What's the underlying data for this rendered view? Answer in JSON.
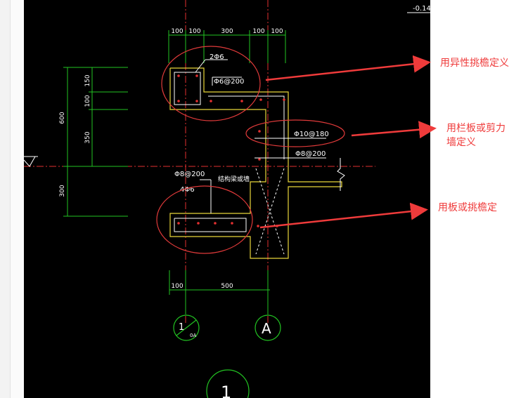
{
  "drawing": {
    "elevation": "-0.140",
    "dim_top": [
      "100",
      "100",
      "300",
      "100",
      "100"
    ],
    "dim_left": [
      "150",
      "100",
      "350"
    ],
    "dim_left_total": "600",
    "dim_left_lower": "300",
    "dim_bottom": [
      "100",
      "500"
    ],
    "rebar_2phi6": "2Φ6",
    "rebar_phi6_200": "Φ6@200",
    "rebar_phi10_180": "Φ10@180",
    "rebar_phi8_200_right": "Φ8@200",
    "rebar_phi8_200_left": "Φ8@200",
    "rebar_4phi6": "4Φ6",
    "structural_label": "结构梁或墙",
    "axis_left_top": "1",
    "axis_left_bottom": "0A",
    "axis_right": "A",
    "axis_bottom": "1"
  },
  "annotations": {
    "a1": "用异性挑檐定义",
    "a2_line1": "用栏板或剪力",
    "a2_line2": "墙定义",
    "a3": "用板或挑檐定"
  },
  "colors": {
    "background": "#000000",
    "dimension": "#22c322",
    "rebar": "#ffffff",
    "concrete": "#e8d63a",
    "axis": "#e23030",
    "highlight": "#e03a3a"
  }
}
